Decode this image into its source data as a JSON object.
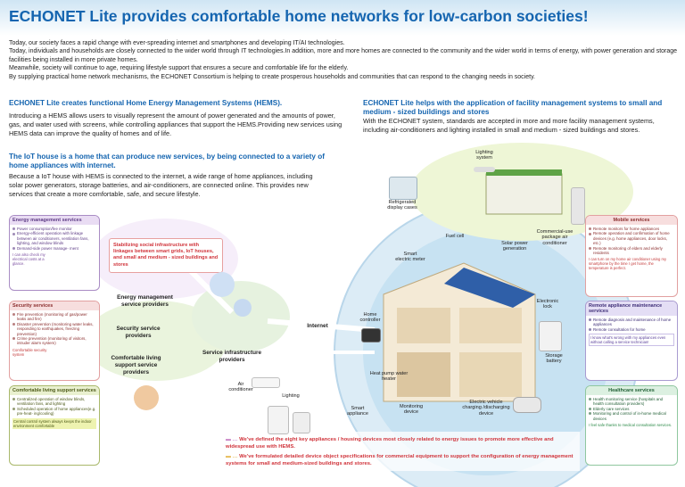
{
  "title": "ECHONET Lite provides comfortable home networks for low-carbon societies!",
  "intro": [
    "Today, our society faces a rapid change with ever-spreading internet and smartphones and developing IT/AI technologies.",
    "Today, individuals and households are closely connected to the wider world through IT technologies.In addition, more and more homes are connected to the community and the wider world in terms of energy, with power generation and storage facilities being installed in more private homes.",
    "Meanwhile, society will continue to age, requiring lifestyle support that ensures a secure and comfortable life for the elderly.",
    "By supplying practical home network mechanisms, the ECHONET Consortium is helping to create prosperous households and communities that can respond to the changing needs in society."
  ],
  "hems": {
    "heading": "ECHONET Lite creates functional Home Energy Management Systems (HEMS).",
    "text": "Introducing a HEMS allows users to visually represent the amount of power generated and the amounts of power, gas, and water used with screens, while controlling appliances that support the HEMS.Providing new services using HEMS data can improve the quality of homes and of life."
  },
  "iot": {
    "heading": "The IoT house is a home that can produce new services, by being connected to a variety of home appliances with internet.",
    "text": "Because a IoT house with HEMS is connected to the internet, a wide range of home appliances, including solar power generators, storage batteries, and air-conditioners, are connected online. This provides new services that create a more comfortable, safe, and secure lifestyle."
  },
  "facility": {
    "heading": "ECHONET Lite helps with the application of facility management systems to small and medium - sized buildings and stores",
    "text": "With the ECHONET system, standards are accepted in more and more facility management systems, including air-conditioners and lighting installed in small and medium - sized buildings and stores."
  },
  "boxes": {
    "energy": {
      "title": "Energy management services",
      "items": [
        "Power consumption/fee monitor",
        "Energy-efficient operation with linkage between air conditioners, ventilation fans, lighting, and window blinds",
        "Demand-side power manage- ment"
      ],
      "note": "I can also check my electrical costs at a glance."
    },
    "security": {
      "title": "Security services",
      "items": [
        "Fire prevention (monitoring of gas/power leaks and fire)",
        "Disaster prevention (monitoring water leaks, responding to earthquakes, freezing prevention)",
        "Crime prevention (monitoring of visitors, intruder alarm system)"
      ],
      "note": "Comfortable security system"
    },
    "living": {
      "title": "Comfortable living support services",
      "items": [
        "Centralized operation of window blinds, ventilation fans, and lighting",
        "Scheduled operation of home appliances(e.g. pre-heat- ing/cooling)"
      ],
      "note": "Central control system always keeps the indoor environment comfortable"
    },
    "mobile": {
      "title": "Mobile services",
      "items": [
        "Remote monitors for home appliances",
        "Remote operation and confirmation of home devices (e.g. home appliances, door locks, etc.)",
        "Remote monitoring of elders and elderly residents"
      ],
      "note": "I can turn on my home air conditioner using my smartphone by the time I get home, the temperature is perfect."
    },
    "maintenance": {
      "title": "Remote appliance maintenance services",
      "items": [
        "Remote diagnosis and maintenance of home appliances",
        "Remote consultation for home"
      ],
      "note": "I know what's wrong with my appliances even without calling a service technician!"
    },
    "healthcare": {
      "title": "Healthcare services",
      "items": [
        "Health monitoring service (hospitals and health consultation providers)",
        "Elderly care services",
        "Monitoring and control of in-home medical devices"
      ],
      "note": "I feel safe thanks to medical consultation services."
    }
  },
  "labels": {
    "stabilizing": "Stabilizing social infrastructure with linkages between smart grids, IoT houses, and small and medium - sized buildings and stores",
    "energy_providers": "Energy management service providers",
    "security_providers": "Security service providers",
    "living_providers": "Comfortable living support service providers",
    "infra_providers": "Service infrastructure providers",
    "internet": "Internet",
    "lighting_top": "Lighting system",
    "refrigerated": "Refrigerated display cases",
    "commercial_ac": "Commercial-use package air conditioner",
    "fuel_cell": "Fuel cell",
    "solar": "Solar power generation",
    "smart_meter": "Smart electric meter",
    "electronic_lock": "Electronic lock",
    "home_controller": "Home controller",
    "storage_battery": "Storage battery",
    "heat_pump": "Heat pump water heater",
    "lighting": "Lighting",
    "air_conditioner": "Air conditioner",
    "smart_appliance": "Smart appliance",
    "monitoring_device": "Monitoring device",
    "ev_charging": "Electric vehicle charging /discharging device"
  },
  "footnotes": [
    "We've defined the eight key appliances / housing devices most closely related to energy issues to promote more effective and widespread use with HEMS.",
    "We've formulated detailed device object specifications for commercial equipment to support the configuration of energy management systems for small and medium-sized buildings and stores."
  ],
  "colors": {
    "title_blue": "#1565b0",
    "energy_purple": "#7b4fa0",
    "security_red": "#c43b3b",
    "living_olive": "#6d7f2a",
    "mobile_red": "#c43b3b",
    "maintenance_purple": "#5a3f9a",
    "healthcare_green": "#2e8b4a",
    "stabilizing_red": "#d0343b"
  }
}
